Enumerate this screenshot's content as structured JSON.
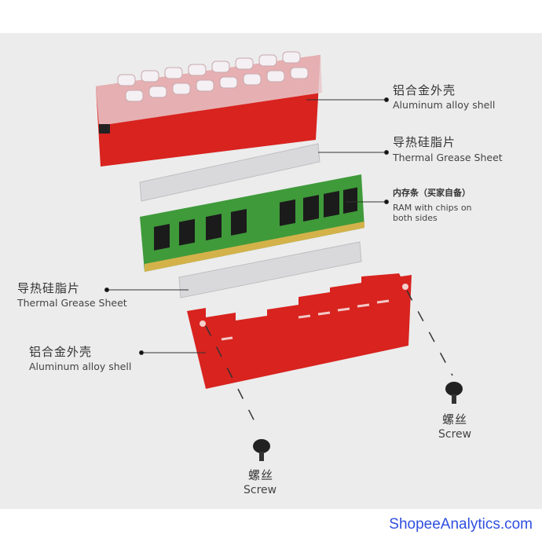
{
  "labels": {
    "top_shell": {
      "zh": "铝合金外壳",
      "en": "Aluminum alloy shell"
    },
    "top_sheet": {
      "zh": "导热硅脂片",
      "en": "Thermal Grease Sheet"
    },
    "ram": {
      "zh": "内存条（买家自备）",
      "en_line1": "RAM with chips on",
      "en_line2": "both sides"
    },
    "bottom_sheet": {
      "zh": "导热硅脂片",
      "en": "Thermal Grease Sheet"
    },
    "bottom_shell": {
      "zh": "铝合金外壳",
      "en": "Aluminum alloy shell"
    },
    "screw_left": {
      "zh": "螺丝",
      "en": "Screw"
    },
    "screw_right": {
      "zh": "螺丝",
      "en": "Screw"
    }
  },
  "watermark": "ShopeeAnalytics.com",
  "colors": {
    "shell": "#d8231f",
    "pcb": "#3f9a3a",
    "chip": "#1b1b1b",
    "sheet": "#d9d9db",
    "background": "#ececec",
    "watermark": "#2f4fe0"
  }
}
